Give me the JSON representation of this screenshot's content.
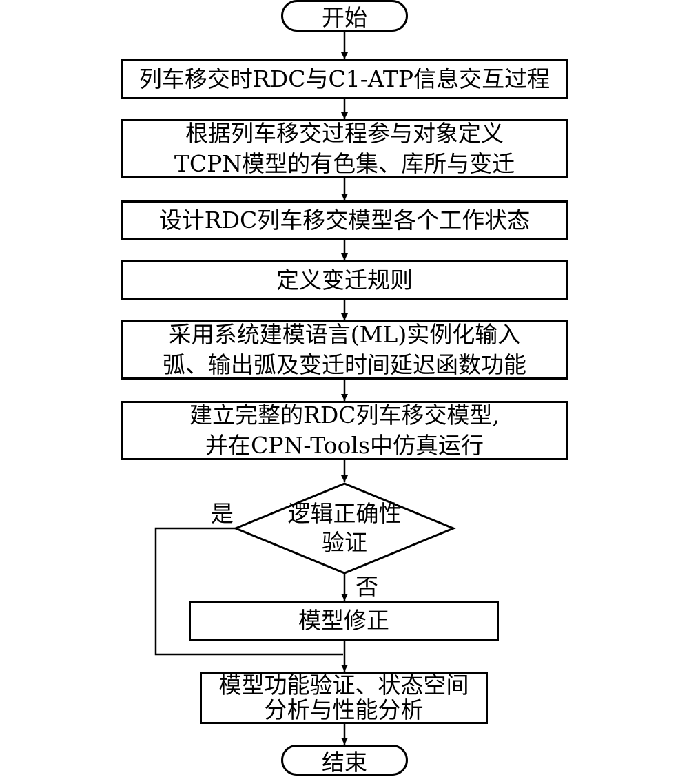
{
  "diagram": {
    "start": "开始",
    "steps": [
      [
        "列车移交时RDC与C1-ATP信息交互过程"
      ],
      [
        "根据列车移交过程参与对象定义",
        "TCPN模型的有色集、库所与变迁"
      ],
      [
        "设计RDC列车移交模型各个工作状态"
      ],
      [
        "定义变迁规则"
      ],
      [
        "采用系统建模语言(ML)实例化输入",
        "弧、输出弧及变迁时间延迟函数功能"
      ],
      [
        "建立完整的RDC列车移交模型,",
        "并在CPN-Tools中仿真运行"
      ]
    ],
    "decision": [
      "逻辑正确性",
      "验证"
    ],
    "yes_label": "是",
    "no_label": "否",
    "fix_step": "模型修正",
    "final_step": [
      "模型功能验证、状态空间",
      "分析与性能分析"
    ],
    "end": "结束"
  }
}
